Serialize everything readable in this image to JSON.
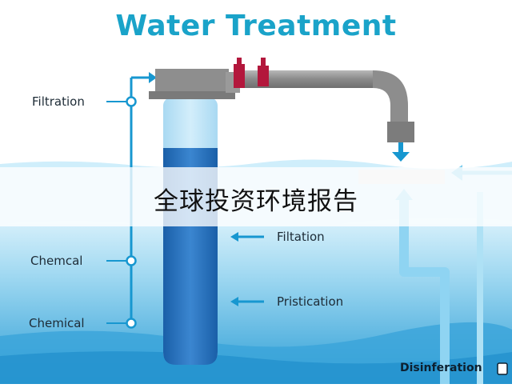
{
  "title": "Water Treatment",
  "banner": "全球投资环境报告",
  "labels": {
    "left_top": "Filtration",
    "left_mid": "Chemcal",
    "left_bottom": "Chemical",
    "right_top": "Filtation",
    "right_mid": "Pristication",
    "bottom_right": "Disinferation"
  },
  "colors": {
    "title": "#1aa3c9",
    "arrow": "#1797d0",
    "water_light": "#bfe6f6",
    "water_dark": "#3aa9dc",
    "pipe_gray": "#8c8c8c",
    "valve_red": "#b3173c",
    "column_dark": "#1f6fbf"
  }
}
